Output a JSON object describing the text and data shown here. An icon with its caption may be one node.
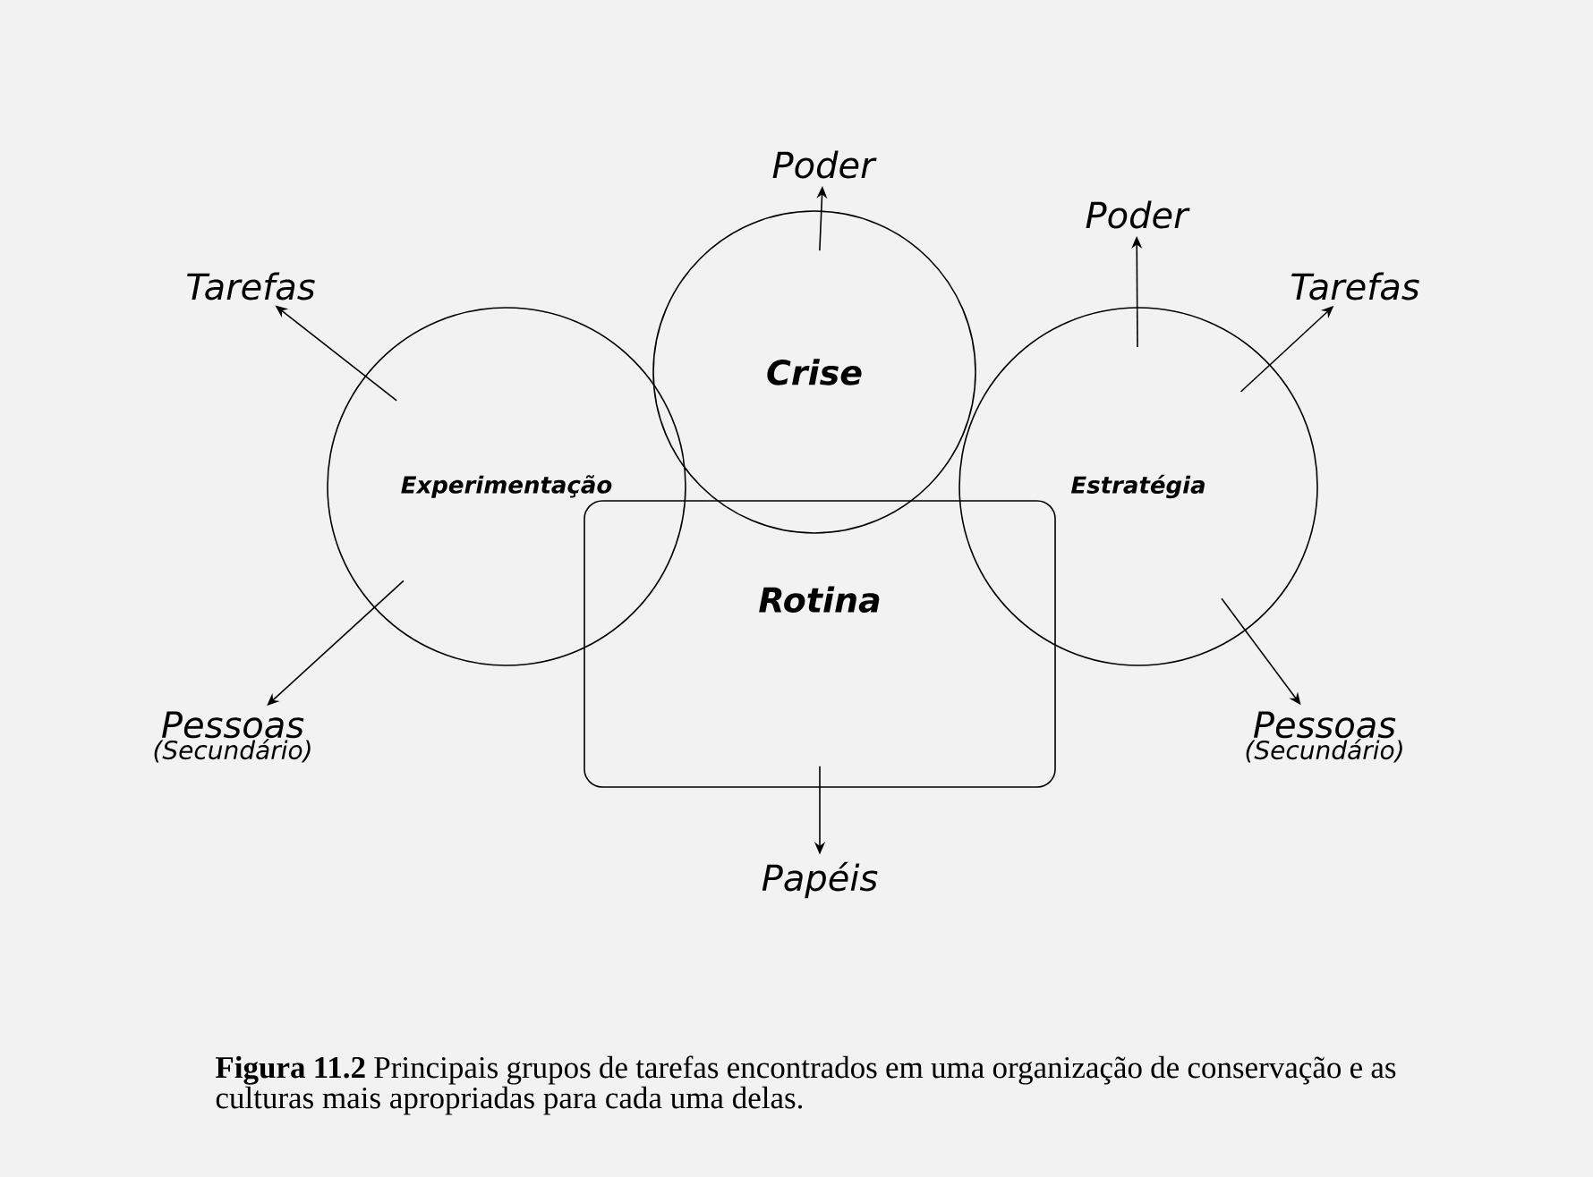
{
  "diagram": {
    "caption": "**Figura 11.2** Principais grupos de tarefas encontrados em uma organização de conservação e as culturas mais apropriadas para cada uma delas.",
    "nodes": [
      {
        "text": [
          "Tarefas"
        ]
      },
      {
        "text": [
          "Poder"
        ]
      },
      {
        "text": [
          "Poder"
        ]
      },
      {
        "text": [
          "Tarefas"
        ]
      },
      {
        "text": [
          "Crise"
        ]
      },
      {
        "text": [
          "Experimentação"
        ]
      },
      {
        "text": [
          "Estratégia"
        ]
      },
      {
        "text": [
          "Rotina"
        ]
      },
      {
        "text": [
          "Pessoas",
          "(Secundário)"
        ]
      },
      {
        "text": [
          "Pessoas",
          "(Secundário)"
        ]
      },
      {
        "text": [
          "Papéis"
        ]
      }
    ],
    "edges": [
      {
        "from": 5,
        "to": 0,
        "arrow": "to"
      },
      {
        "from": 4,
        "to": 1,
        "arrow": "to"
      },
      {
        "from": 6,
        "to": 2,
        "arrow": "to"
      },
      {
        "from": 6,
        "to": 3,
        "arrow": "to"
      },
      {
        "from": 5,
        "to": 8,
        "arrow": "to"
      },
      {
        "from": 6,
        "to": 9,
        "arrow": "to"
      },
      {
        "from": 7,
        "to": 10,
        "arrow": "to"
      }
    ]
  }
}
